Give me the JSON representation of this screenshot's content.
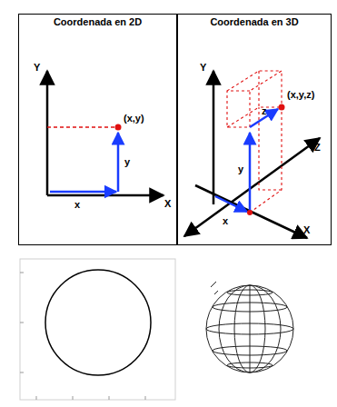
{
  "diagram": {
    "nodes": [
      {
        "text": [
          "Coordenada en 2D"
        ]
      },
      {
        "text": [
          "Coordenada en 3D"
        ]
      }
    ],
    "labels": [
      "Y",
      "(x,y)",
      "y",
      "x",
      "X",
      "Y",
      "(x,y,z)",
      "z",
      "Z",
      "y",
      "x",
      "X"
    ]
  }
}
